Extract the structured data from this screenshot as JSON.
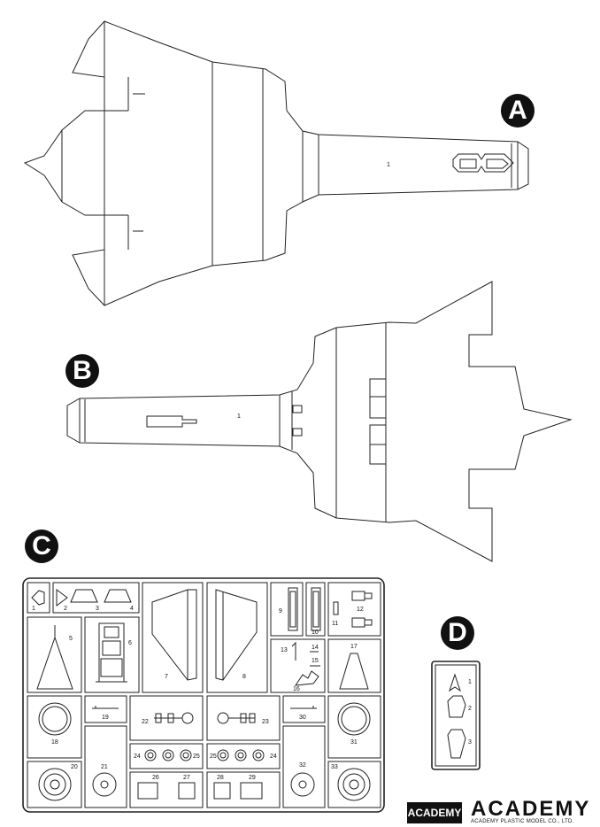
{
  "sections": {
    "a": {
      "label": "A",
      "part_no": "1"
    },
    "b": {
      "label": "B",
      "part_no": "1"
    },
    "c": {
      "label": "C"
    },
    "d": {
      "label": "D"
    }
  },
  "sprue_c": {
    "parts": [
      {
        "id": "p1",
        "no": "1"
      },
      {
        "id": "p2",
        "no": "2"
      },
      {
        "id": "p3",
        "no": "3"
      },
      {
        "id": "p4",
        "no": "4"
      },
      {
        "id": "p5",
        "no": "5"
      },
      {
        "id": "p6",
        "no": "6"
      },
      {
        "id": "p7",
        "no": "7"
      },
      {
        "id": "p8",
        "no": "8"
      },
      {
        "id": "p9",
        "no": "9"
      },
      {
        "id": "p10",
        "no": "10"
      },
      {
        "id": "p11",
        "no": "11"
      },
      {
        "id": "p12",
        "no": "12"
      },
      {
        "id": "p13",
        "no": "13"
      },
      {
        "id": "p14",
        "no": "14"
      },
      {
        "id": "p15",
        "no": "15"
      },
      {
        "id": "p16",
        "no": "16"
      },
      {
        "id": "p17",
        "no": "17"
      },
      {
        "id": "p18",
        "no": "18"
      },
      {
        "id": "p19",
        "no": "19"
      },
      {
        "id": "p20",
        "no": "20"
      },
      {
        "id": "p21",
        "no": "21"
      },
      {
        "id": "p22",
        "no": "22"
      },
      {
        "id": "p23",
        "no": "23"
      },
      {
        "id": "p24a",
        "no": "24"
      },
      {
        "id": "p24b",
        "no": "24"
      },
      {
        "id": "p25a",
        "no": "25"
      },
      {
        "id": "p25b",
        "no": "25"
      },
      {
        "id": "p26",
        "no": "26"
      },
      {
        "id": "p27",
        "no": "27"
      },
      {
        "id": "p28",
        "no": "28"
      },
      {
        "id": "p29",
        "no": "29"
      },
      {
        "id": "p30",
        "no": "30"
      },
      {
        "id": "p31",
        "no": "31"
      },
      {
        "id": "p32",
        "no": "32"
      },
      {
        "id": "p33",
        "no": "33"
      }
    ]
  },
  "sprue_d": {
    "parts": [
      {
        "id": "d1",
        "no": "1"
      },
      {
        "id": "d2",
        "no": "2"
      },
      {
        "id": "d3",
        "no": "3"
      }
    ]
  },
  "logo": {
    "box_text": "ACADEMY",
    "wordmark": "ACADEMY",
    "company": "ACADEMY PLASTIC MODEL CO., LTD."
  },
  "colors": {
    "ink": "#111111",
    "paper": "#ffffff"
  }
}
